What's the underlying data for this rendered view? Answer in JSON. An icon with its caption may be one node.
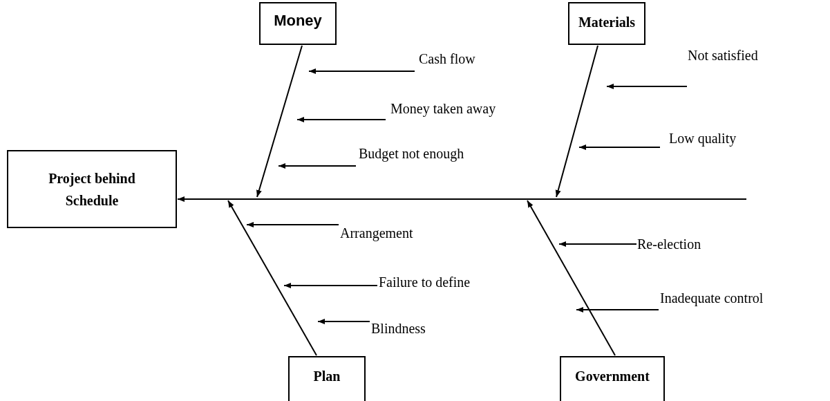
{
  "diagram": {
    "nodes": [
      {
        "text": [
          "Project behind Schedule"
        ]
      },
      {
        "text": [
          "Money"
        ]
      },
      {
        "text": [
          "Materials"
        ]
      },
      {
        "text": [
          "Cash flow"
        ]
      },
      {
        "text": [
          "Money taken away"
        ]
      },
      {
        "text": [
          "Budget not enough"
        ]
      },
      {
        "text": [
          "Not satisfied"
        ]
      },
      {
        "text": [
          "Low quality"
        ]
      },
      {
        "text": [
          "Plan"
        ]
      },
      {
        "text": [
          "Government"
        ]
      },
      {
        "text": [
          "Arrangement"
        ]
      },
      {
        "text": [
          "Failure to define"
        ]
      },
      {
        "text": [
          "Blindness"
        ]
      },
      {
        "text": [
          "Re-election"
        ]
      },
      {
        "text": [
          "Inadequate control"
        ]
      }
    ],
    "edges": [
      {
        "from": null,
        "to": 0,
        "arrow": "to"
      },
      {
        "from": 1,
        "to": null,
        "arrow": "to"
      },
      {
        "from": 2,
        "to": null,
        "arrow": "to"
      },
      {
        "from": 8,
        "to": null,
        "arrow": "to"
      },
      {
        "from": 9,
        "to": null,
        "arrow": "to"
      },
      {
        "from": 3,
        "to": null,
        "arrow": "to"
      },
      {
        "from": 4,
        "to": null,
        "arrow": "to"
      },
      {
        "from": 5,
        "to": null,
        "arrow": "to"
      },
      {
        "from": 6,
        "to": null,
        "arrow": "to"
      },
      {
        "from": 7,
        "to": null,
        "arrow": "to"
      },
      {
        "from": 10,
        "to": null,
        "arrow": "to"
      },
      {
        "from": 11,
        "to": null,
        "arrow": "to"
      },
      {
        "from": 12,
        "to": null,
        "arrow": "to"
      },
      {
        "from": 13,
        "to": null,
        "arrow": "to"
      },
      {
        "from": 14,
        "to": null,
        "arrow": "to"
      }
    ]
  }
}
